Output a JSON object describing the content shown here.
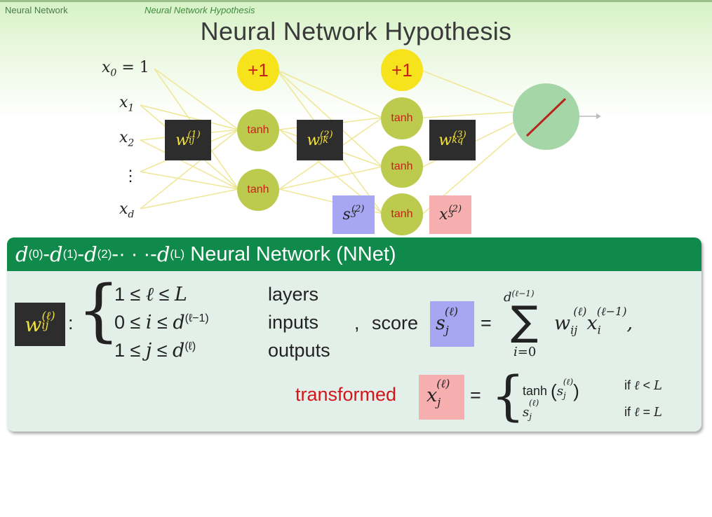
{
  "nav": {
    "left": "Neural Network",
    "right": "Neural Network Hypothesis"
  },
  "slide_title": "Neural Network Hypothesis",
  "network": {
    "inputs": [
      "x0 = 1",
      "x1",
      "x2",
      "⋮",
      "xd"
    ],
    "bias_label": "+1",
    "neuron_label": "tanh",
    "weights": [
      "w_ij^(1)",
      "w_jk^(2)",
      "w_kq^(3)"
    ],
    "score_tag": "s_3^(2)",
    "output_tag": "x_3^(2)"
  },
  "panel": {
    "header": "d(0)-d(1)-d(2)-···-d(L) Neural Network (NNet)",
    "header_text": "Neural Network (NNet)",
    "weight_symbol": "w_ij^(ℓ)",
    "cases": [
      {
        "condition": "1 ≤ ℓ ≤ L",
        "meaning": "layers"
      },
      {
        "condition": "0 ≤ i ≤ d(ℓ−1)",
        "meaning": "inputs"
      },
      {
        "condition": "1 ≤ j ≤ d(ℓ)",
        "meaning": "outputs"
      }
    ],
    "score_label": "score",
    "score_formula": "s_j^(ℓ) = Σ_{i=0}^{d(ℓ−1)} w_ij^(ℓ) x_i^(ℓ−1)",
    "transformed_label": "transformed",
    "transform_cases": [
      {
        "value": "tanh(s_j^(ℓ))",
        "condition": "if ℓ < L"
      },
      {
        "value": "s_j^(ℓ)",
        "condition": "if ℓ = L"
      }
    ]
  },
  "colors": {
    "header_green": "#0f8a4a",
    "bias_yellow": "#f7e31b",
    "neuron_olive": "#bccb4e",
    "score_blue": "#a7a6f2",
    "output_pink": "#f7aeae",
    "weight_box": "#2d2d2d",
    "text_red": "#d4161c"
  }
}
